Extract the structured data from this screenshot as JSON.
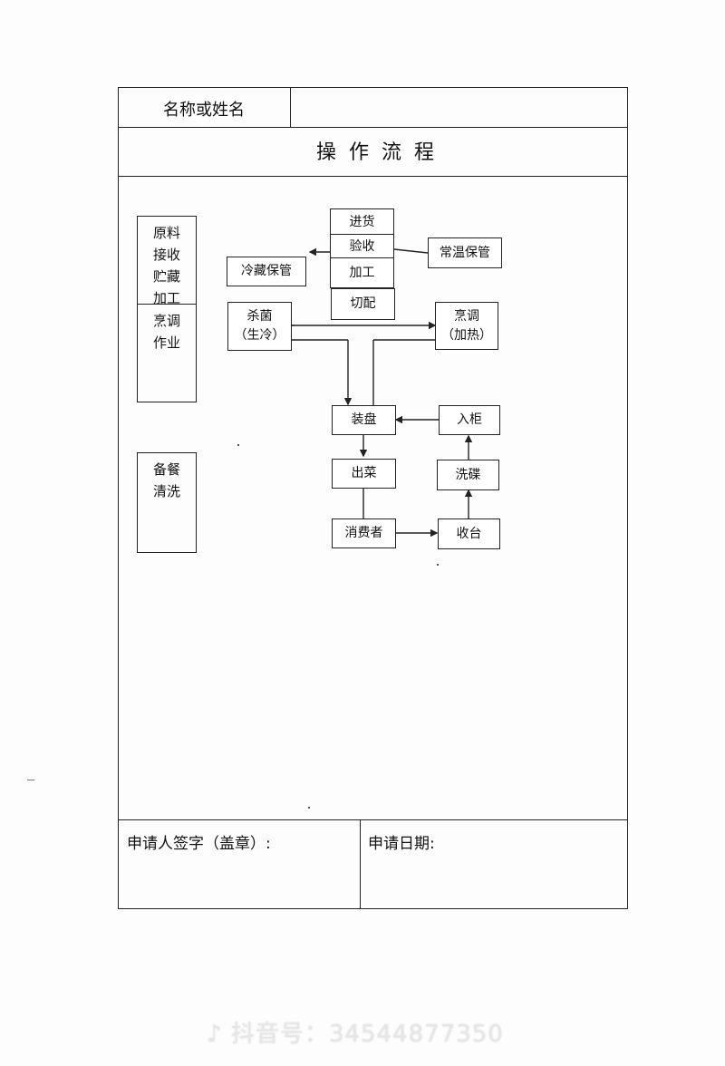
{
  "form": {
    "name_label": "名称或姓名",
    "name_value": "",
    "title": "操作流程",
    "signature_label": "申请人签字（盖章）:",
    "date_label": "申请日期:"
  },
  "stages": [
    {
      "label": "原料\n接收\n贮藏\n加工"
    },
    {
      "label": "烹调\n作业"
    },
    {
      "label": "备餐\n清洗"
    }
  ],
  "flow": {
    "jinhuo": "进货",
    "yanshou": "验收",
    "jiagong": "加工",
    "qiepei": "切配",
    "lengcang": "冷藏保管",
    "changwen": "常温保管",
    "shajun": "杀菌\n（生冷）",
    "pengtiao": "烹调\n（加热）",
    "zhuangpan": "装盘",
    "ruju": "入柜",
    "chucai": "出菜",
    "xidie": "洗碟",
    "xiaofeizhe": "消费者",
    "shoutai": "收台"
  },
  "watermark": {
    "icon": "tiktok-icon",
    "text": "抖音号：34544877350"
  }
}
